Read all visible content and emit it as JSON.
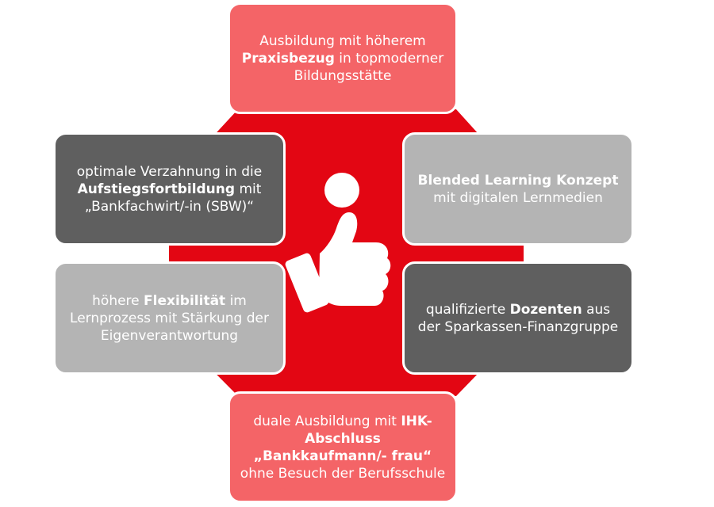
{
  "colors": {
    "red": "#e30613",
    "light_red": "#f46467",
    "dark_gray": "#5f5f5f",
    "light_gray": "#b4b4b4",
    "white": "#ffffff"
  },
  "icons": {
    "center": "thumbs-up-icon"
  },
  "boxes": {
    "top": {
      "t1": "Ausbildung mit höherem ",
      "b1": "Praxisbezug",
      "t2": " in topmoderner Bildungsstätte"
    },
    "left_top": {
      "t1": "optimale Verzahnung in die ",
      "b1": "Aufstiegsfortbildung",
      "t2": " mit „Bankfachwirt/-in (SBW)“"
    },
    "right_top": {
      "b1": "Blended Learning Konzept",
      "t1": " mit digitalen Lernmedien"
    },
    "left_bottom": {
      "t1": "höhere ",
      "b1": "Flexibilität",
      "t2": " im Lernprozess mit Stärkung der Eigenverantwortung"
    },
    "right_bottom": {
      "t1": "qualifizierte ",
      "b1": "Dozenten",
      "t2": " aus der Sparkassen-Finanzgruppe"
    },
    "bottom": {
      "t1": "duale Ausbildung mit ",
      "b1": "IHK-Abschluss „Bankkaufmann/- frau“",
      "t2": " ohne Besuch der Berufsschule"
    }
  }
}
